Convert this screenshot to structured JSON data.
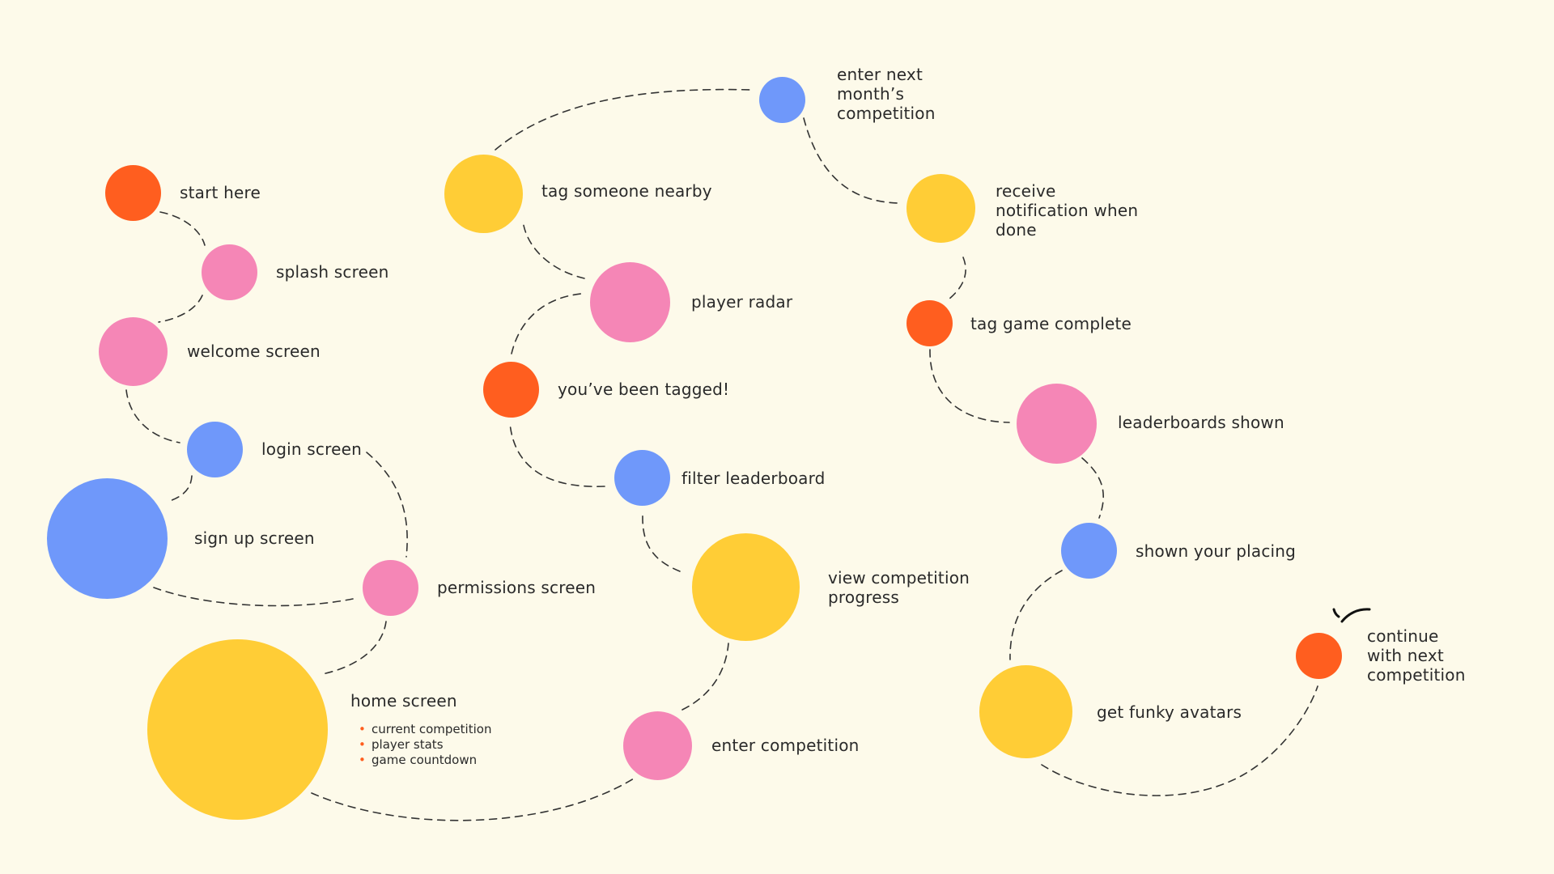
{
  "colors": {
    "background": "#FDFAEA",
    "orange": "#FF5E1F",
    "pink": "#F586B6",
    "blue": "#6F98FA",
    "yellow": "#FFCD36",
    "line": "#333333",
    "text": "#2a2a2a"
  },
  "nodes": {
    "start_here": {
      "label": "start here",
      "color": "orange"
    },
    "splash_screen": {
      "label": "splash screen",
      "color": "pink"
    },
    "welcome_screen": {
      "label": "welcome screen",
      "color": "pink"
    },
    "login_screen": {
      "label": "login screen",
      "color": "blue"
    },
    "sign_up_screen": {
      "label": "sign up screen",
      "color": "blue"
    },
    "permissions_screen": {
      "label": "permissions screen",
      "color": "pink"
    },
    "home_screen": {
      "label": "home screen",
      "color": "yellow",
      "bullets": [
        "current competition",
        "player stats",
        "game countdown"
      ]
    },
    "enter_competition": {
      "label": "enter competition",
      "color": "pink"
    },
    "view_competition_progress": {
      "label": "view competition\nprogress",
      "color": "yellow"
    },
    "filter_leaderboard": {
      "label": "filter leaderboard",
      "color": "blue"
    },
    "youve_been_tagged": {
      "label": "you’ve been tagged!",
      "color": "orange"
    },
    "player_radar": {
      "label": "player radar",
      "color": "pink"
    },
    "tag_someone_nearby": {
      "label": "tag someone nearby",
      "color": "yellow"
    },
    "enter_next_months_competition": {
      "label": "enter next\nmonth’s\ncompetition",
      "color": "blue"
    },
    "receive_notification": {
      "label": "receive\nnotification when\ndone",
      "color": "yellow"
    },
    "tag_game_complete": {
      "label": "tag game complete",
      "color": "orange"
    },
    "leaderboards_shown": {
      "label": "leaderboards shown",
      "color": "pink"
    },
    "shown_your_placing": {
      "label": "shown your placing",
      "color": "blue"
    },
    "get_funky_avatars": {
      "label": "get funky avatars",
      "color": "yellow"
    },
    "continue_with_next_competition": {
      "label": "continue\nwith next\ncompetition",
      "color": "orange"
    }
  }
}
